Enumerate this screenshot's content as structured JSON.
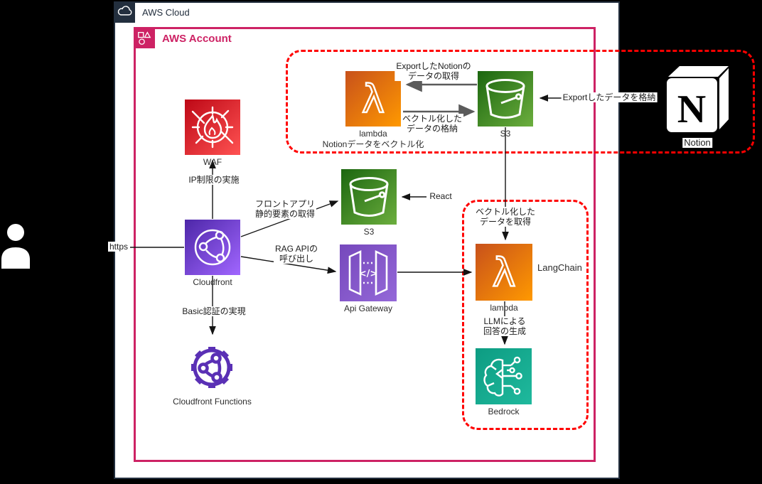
{
  "containers": {
    "aws_cloud": {
      "label": "AWS Cloud"
    },
    "aws_account": {
      "label": "AWS Account"
    }
  },
  "nodes": {
    "lambda_vectorize": {
      "title": "lambda",
      "subtitle": "Notionデータをベクトル化"
    },
    "s3_export": {
      "title": "S3"
    },
    "notion": {
      "title": "Notion"
    },
    "waf": {
      "title": "WAF"
    },
    "cloudfront": {
      "title": "Cloudfront"
    },
    "s3_front": {
      "title": "S3"
    },
    "api_gateway": {
      "title": "Api Gateway"
    },
    "lambda_langchain": {
      "title": "lambda",
      "side_label": "LangChain"
    },
    "bedrock": {
      "title": "Bedrock"
    },
    "cloudfront_functions": {
      "title": "Cloudfront Functions"
    },
    "notion_letter": "N"
  },
  "edges": {
    "export_fetch": {
      "line1": "ExportしたNotionの",
      "line2": "データの取得"
    },
    "vector_store": {
      "line1": "ベクトル化した",
      "line2": "データの格納"
    },
    "notion_export": {
      "label": "Exportしたデータを格納"
    },
    "ip_restrict": {
      "label": "IP制限の実施"
    },
    "https": {
      "label": "https"
    },
    "front_assets": {
      "line1": "フロントアプリ",
      "line2": "静的要素の取得"
    },
    "react": {
      "label": "React"
    },
    "rag_api": {
      "line1": "RAG APIの",
      "line2": "呼び出し"
    },
    "vector_fetch": {
      "line1": "ベクトル化した",
      "line2": "データを取得"
    },
    "llm_answer": {
      "line1": "LLMによる",
      "line2": "回答の生成"
    },
    "basic_auth": {
      "label": "Basic認証の実現"
    }
  },
  "icons": {
    "cloud-icon": "aws-cloud outline",
    "account-icon": "square-triangle-circle glyph",
    "lambda-icon": "λ outline",
    "s3-bucket-icon": "bucket outline",
    "notion-logo-icon": "white cube with serif N",
    "waf-icon": "flame in target circle",
    "cloudfront-icon": "globe with nodes",
    "api-gateway-icon": "brackets with </>",
    "bedrock-icon": "brain with circuits",
    "cloudfront-functions-icon": "gear with network nodes",
    "person-icon": "white user silhouette"
  },
  "colors": {
    "canvas_bg": "#000000",
    "aws_cloud_navy": "#232F3E",
    "aws_account_pink": "#CD2264",
    "dashed_red": "#FF0000",
    "lambda_orange_dark": "#C8511B",
    "lambda_orange_light": "#FF9900",
    "s3_green_dark": "#1B660F",
    "s3_green_light": "#6CAE3E",
    "waf_red_dark": "#BD0816",
    "waf_red_light": "#FF5252",
    "cloudfront_purple_dark": "#4D27A8",
    "cloudfront_purple_light": "#A166FF",
    "api_gateway_purple": "#7648BC",
    "bedrock_teal": "#0D9C82",
    "cloudfront_functions_purple": "#5A30B5"
  }
}
